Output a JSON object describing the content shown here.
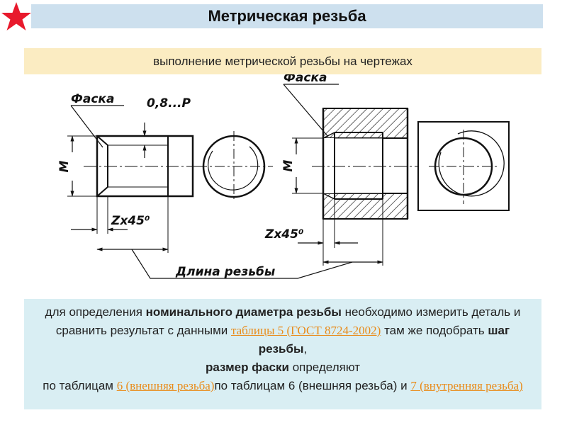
{
  "header": {
    "title": "Метрическая резьба",
    "star_color": "#e8192c"
  },
  "subtitle": "выполнение метрической резьбы на чертежах",
  "drawing": {
    "label_chamfer": "Фаска",
    "label_pitch": "0,8...P",
    "label_m": "M",
    "label_chamfer_size": "Zx45⁰",
    "label_thread_length": "Длина резьбы"
  },
  "info": {
    "p1": "для определения ",
    "b1": "номинального диаметра резьбы",
    "p2": " необходимо измерить деталь и сравнить результат с данными ",
    "link1": "таблицы 5 (ГОСТ 8724-2002)",
    "p3": " там же подобрать ",
    "b2": "шаг резьбы",
    "p4": ", ",
    "b3": "размер фаски",
    "p5": " определяют",
    "p6": "по таблицам ",
    "link2": "6 (внешняя резьба)",
    "p7": "по таблицам 6 (внешняя резьба) и ",
    "link3": "7 (внутренняя резьба)"
  }
}
